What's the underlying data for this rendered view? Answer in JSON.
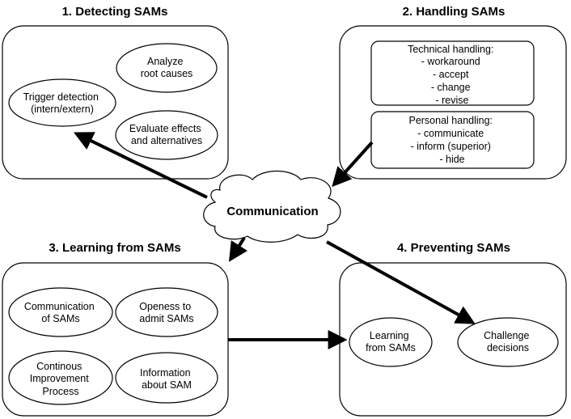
{
  "sections": {
    "detecting": {
      "title": "1. Detecting SAMs",
      "nodes": {
        "trigger": [
          "Trigger detection",
          "(intern/extern)"
        ],
        "analyze": [
          "Analyze",
          "root causes"
        ],
        "evaluate": [
          "Evaluate effects",
          "and alternatives"
        ]
      }
    },
    "handling": {
      "title": "2. Handling SAMs",
      "technical": [
        "Technical handling:",
        "- workaround",
        "- accept",
        "- change",
        "- revise"
      ],
      "personal": [
        "Personal handling:",
        "- communicate",
        "- inform (superior)",
        "- hide"
      ]
    },
    "learning": {
      "title": "3. Learning from SAMs",
      "nodes": {
        "communication": [
          "Communication",
          "of SAMs"
        ],
        "openess": [
          "Openess to",
          "admit SAMs"
        ],
        "continous": [
          "Continous",
          "Improvement",
          "Process"
        ],
        "information": [
          "Information",
          "about SAM"
        ]
      }
    },
    "preventing": {
      "title": "4. Preventing SAMs",
      "nodes": {
        "learning": [
          "Learning",
          "from SAMs"
        ],
        "challenge": [
          "Challenge",
          "decisions"
        ]
      }
    }
  },
  "center": {
    "label": "Communication"
  }
}
